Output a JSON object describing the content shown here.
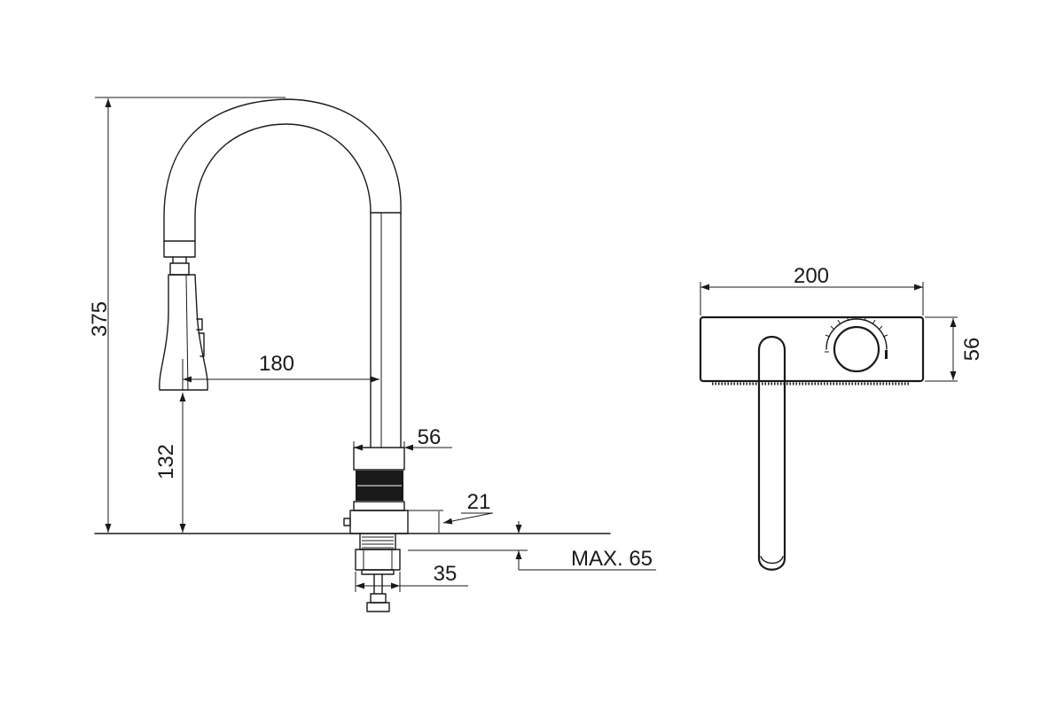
{
  "dimensions": {
    "total_height": "375",
    "spout_reach": "180",
    "spray_height": "132",
    "body_diameter": "56",
    "base_height": "21",
    "max_counter": "MAX. 65",
    "shank_diameter": "35",
    "top_width": "200",
    "top_depth": "56"
  }
}
